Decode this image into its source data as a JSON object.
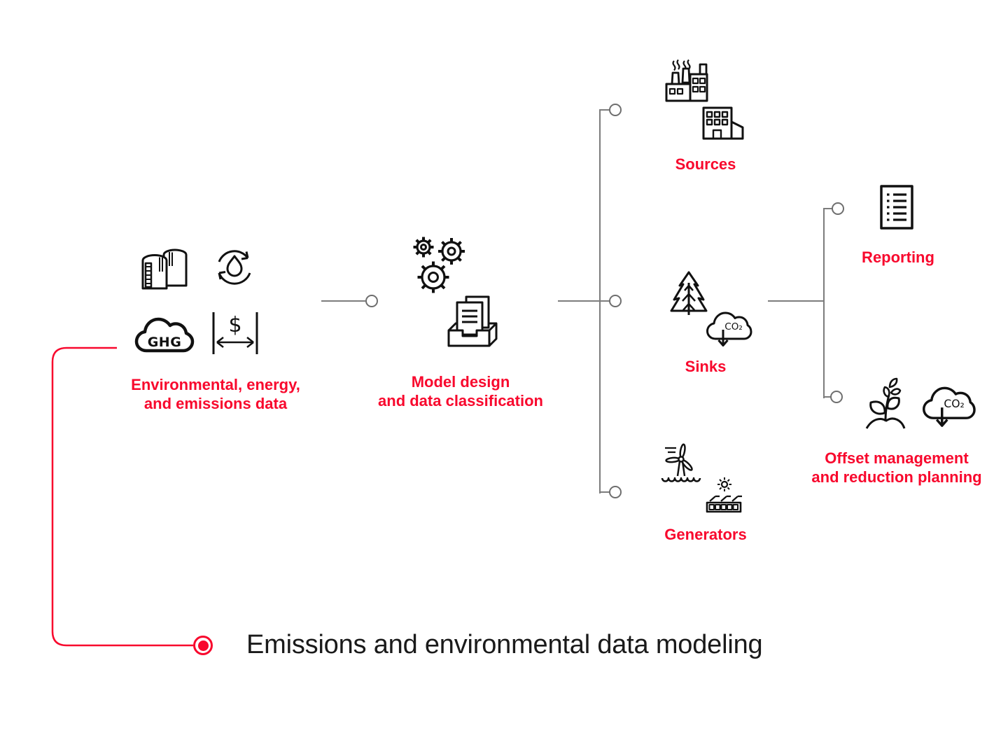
{
  "colors": {
    "accent_red": "#f8082d",
    "connector_gray": "#7c7c7c",
    "node_circle_gray": "#6e6e6e",
    "icon_black": "#111111",
    "caption_black": "#1a1a1a"
  },
  "nodes": {
    "env_data": {
      "label_line1": "Environmental, energy,",
      "label_line2": "and emissions data",
      "icons": [
        "storage-silos-icon",
        "water-cycle-icon",
        "ghg-cloud-icon",
        "cost-range-icon"
      ]
    },
    "model_design": {
      "label_line1": "Model design",
      "label_line2": "and data classification",
      "icons": [
        "gears-icon",
        "document-drawer-icon"
      ]
    },
    "sources": {
      "label": "Sources",
      "icons": [
        "factory-icon",
        "office-building-icon"
      ]
    },
    "sinks": {
      "label": "Sinks",
      "icons": [
        "pine-tree-icon",
        "co2-absorption-cloud-icon"
      ]
    },
    "generators": {
      "label": "Generators",
      "icons": [
        "offshore-wind-turbine-icon",
        "solar-panel-icon"
      ]
    },
    "reporting": {
      "label": "Reporting",
      "icons": [
        "report-document-icon"
      ]
    },
    "offset": {
      "label_line1": "Offset management",
      "label_line2": "and reduction planning",
      "icons": [
        "seedling-icon",
        "co2-absorption-cloud-icon"
      ]
    }
  },
  "icon_texts": {
    "ghg": "GHG",
    "co2": "CO₂",
    "dollar": "$"
  },
  "caption": {
    "text": "Emissions and environmental data modeling"
  }
}
